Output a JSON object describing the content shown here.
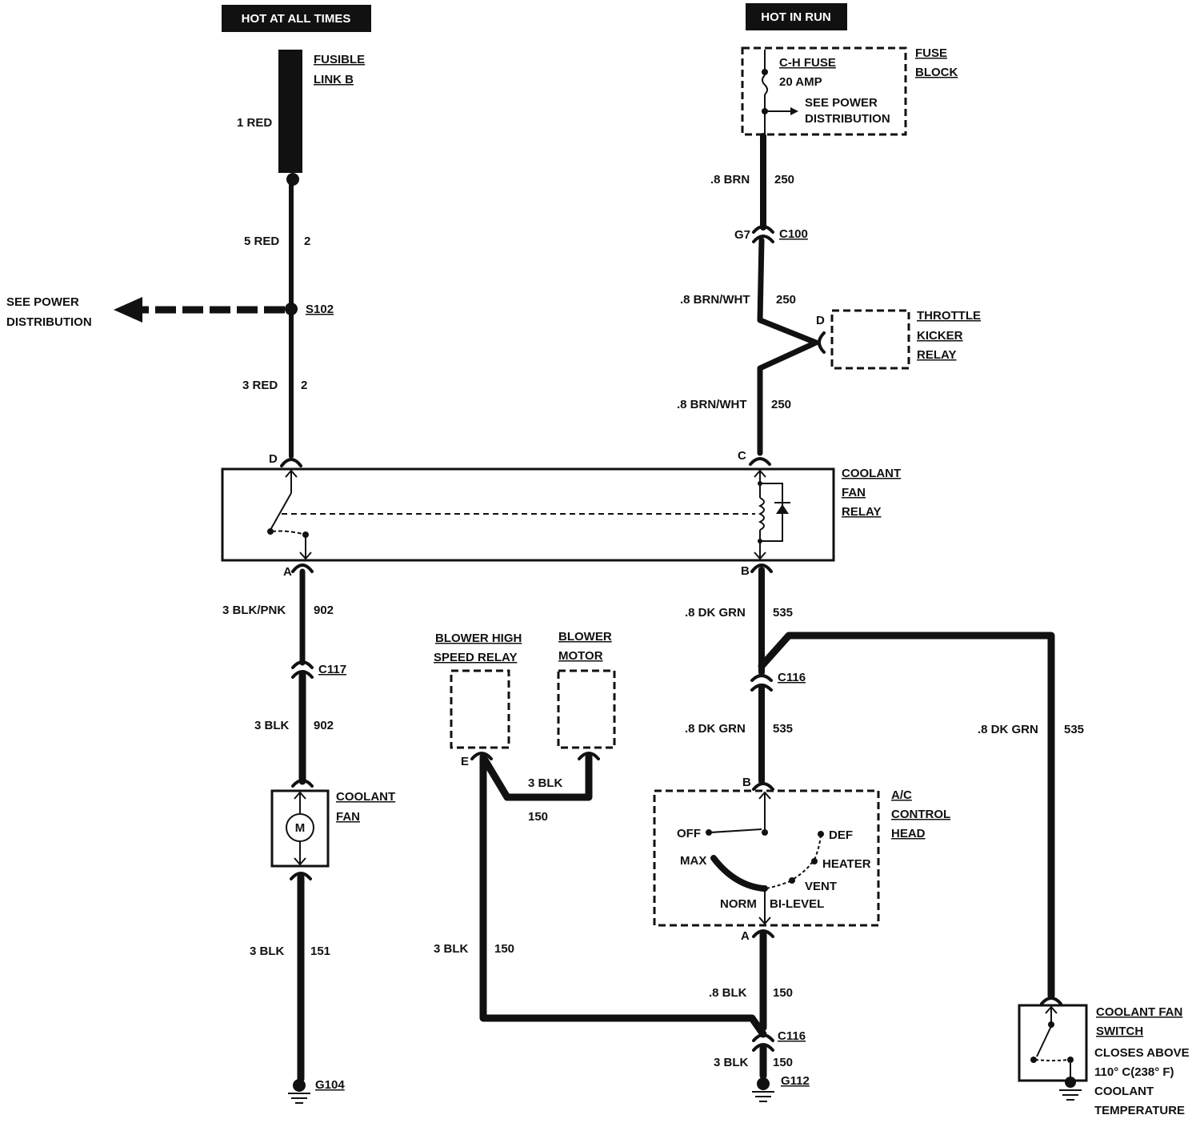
{
  "headers": {
    "hot_at_all_times": "HOT AT ALL TIMES",
    "hot_in_run": "HOT IN RUN"
  },
  "fusible_link": {
    "line1": "FUSIBLE",
    "line2": "LINK B",
    "wire_top": "1 RED"
  },
  "left_circuit": {
    "wire_5red": "5 RED",
    "wire_5red_circuit": "2",
    "splice": "S102",
    "see_power_line1": "SEE POWER",
    "see_power_line2": "DISTRIBUTION",
    "wire_3red": "3 RED",
    "wire_3red_circuit": "2",
    "pin_d": "D",
    "pin_a": "A",
    "wire_blkpnk": "3 BLK/PNK",
    "wire_blkpnk_circuit": "902",
    "connector_c117": "C117",
    "wire_3blk": "3 BLK",
    "wire_3blk_circuit": "902",
    "fan_line1": "COOLANT",
    "fan_line2": "FAN",
    "motor_symbol": "M",
    "wire_gnd": "3 BLK",
    "wire_gnd_circuit": "151",
    "ground": "G104"
  },
  "fuse_block": {
    "fuse_name": "C-H FUSE",
    "fuse_rating": "20 AMP",
    "see_power_line1": "SEE POWER",
    "see_power_line2": "DISTRIBUTION",
    "label_line1": "FUSE",
    "label_line2": "BLOCK"
  },
  "right_circuit": {
    "wire_brn": ".8 BRN",
    "wire_brn_circuit": "250",
    "c100_pin": "G7",
    "connector_c100": "C100",
    "wire_brnwht_1": ".8 BRN/WHT",
    "wire_brnwht_1_circuit": "250",
    "kicker_pin": "D",
    "kicker_line1": "THROTTLE",
    "kicker_line2": "KICKER",
    "kicker_line3": "RELAY",
    "wire_brnwht_2": ".8 BRN/WHT",
    "wire_brnwht_2_circuit": "250",
    "pin_c": "C",
    "pin_b": "B",
    "wire_dkgrn_1": ".8 DK GRN",
    "wire_dkgrn_1_circuit": "535",
    "connector_c116_top": "C116",
    "wire_dkgrn_2": ".8 DK GRN",
    "wire_dkgrn_2_circuit": "535",
    "wire_dkgrn_3": ".8 DK GRN",
    "wire_dkgrn_3_circuit": "535",
    "wire_blk": ".8 BLK",
    "wire_blk_circuit": "150",
    "connector_c116_bottom": "C116",
    "wire_3blk": "3 BLK",
    "wire_3blk_circuit": "150",
    "ground": "G112"
  },
  "relay": {
    "line1": "COOLANT",
    "line2": "FAN",
    "line3": "RELAY"
  },
  "blower": {
    "relay_line1": "BLOWER HIGH",
    "relay_line2": "SPEED RELAY",
    "motor_line1": "BLOWER",
    "motor_line2": "MOTOR",
    "pin_e": "E",
    "wire_jumper": "3 BLK",
    "wire_jumper_circuit": "150",
    "wire_down": "3 BLK",
    "wire_down_circuit": "150"
  },
  "ac_head": {
    "line1": "A/C",
    "line2": "CONTROL",
    "line3": "HEAD",
    "pin_b": "B",
    "pin_a": "A",
    "positions": {
      "off": "OFF",
      "max": "MAX",
      "norm": "NORM",
      "bilevel": "BI-LEVEL",
      "vent": "VENT",
      "heater": "HEATER",
      "def": "DEF"
    }
  },
  "coolant_switch": {
    "line1": "COOLANT FAN",
    "line2": "SWITCH",
    "desc1": "CLOSES ABOVE",
    "desc2": "110° C(238° F)",
    "desc3": "COOLANT",
    "desc4": "TEMPERATURE"
  }
}
